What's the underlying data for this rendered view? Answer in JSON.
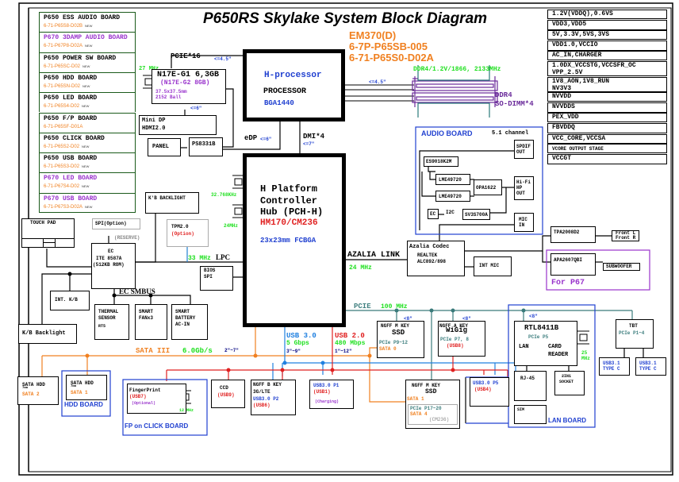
{
  "title": "P650RS Skylake System Block Diagram",
  "subtitle_lines": [
    "EM370(D)",
    "6-7P-P65SB-005",
    "6-71-P65S0-D02A"
  ],
  "boards": [
    {
      "name": "P650 ESS AUDIO BOARD",
      "part": "6-71-P65S8-D02B",
      "tag": "NEW",
      "color": "#000000"
    },
    {
      "name": "P670 3DAMP AUDIO BOARD",
      "part": "6-71-P67P8-D02A",
      "tag": "NEW",
      "color": "#9933cc"
    },
    {
      "name": "P650 POWER SW BOARD",
      "part": "6-71-P65SC-D02",
      "tag": "NEW",
      "color": "#000000"
    },
    {
      "name": "P650 HDD BOARD",
      "part": "6-71-P65SN-D02",
      "tag": "NEW",
      "color": "#000000"
    },
    {
      "name": "P650 LED BOARD",
      "part": "6-71-P65S4-D02",
      "tag": "NEW",
      "color": "#000000"
    },
    {
      "name": "P650 F/P BOARD",
      "part": "6-71-P65SF-D01A",
      "tag": "",
      "color": "#000000"
    },
    {
      "name": "P650 CLICK BOARD",
      "part": "6-71-P65S2-D02",
      "tag": "NEW",
      "color": "#000000"
    },
    {
      "name": "P650 USB BOARD",
      "part": "6-71-P65S3-D02",
      "tag": "NEW",
      "color": "#000000"
    },
    {
      "name": "P670 LED BOARD",
      "part": "6-71-P67S4-D02",
      "tag": "NEW",
      "color": "#9933cc"
    },
    {
      "name": "P670 USB BOARD",
      "part": "6-71-P67S3-D02A",
      "tag": "NEW",
      "color": "#9933cc"
    }
  ],
  "power_rails": [
    "1.2V(VDDQ),0.6VS",
    "VDD3,VDD5",
    "5V,3.3V,5VS,3VS",
    "VDD1.0,VCCIO",
    "AC_IN,CHARGER",
    "1.0DX_VCCSTG,VCCSFR_OC\nVPP_2.5V",
    "1V8_AON,1V8_RUN\nNV3V3",
    "NVVDD",
    "NVVDDS",
    "PEX_VDD",
    "FBVDDQ",
    "VCC_CORE,VCCSA",
    "VCORE OUTPUT STAGE",
    "VCCGT"
  ],
  "gpu": {
    "name": "N17E-G1 6,3GB",
    "alt": "(N17E-G2 8GB)",
    "pkg1": "37.5x37.5mm",
    "pkg2": "2152 Ball",
    "clock": "27 MHz",
    "bus": "PCIE*16",
    "bus_len": "<=4.5\"",
    "len2": "<=6\""
  },
  "display": {
    "minidp1": "Mini DP",
    "minidp2": "HDMI2.0",
    "panel": "PANEL",
    "ps": "PS8331B",
    "edp": "eDP",
    "edp_len": "<=6\""
  },
  "cpu": {
    "line1": "H-processor",
    "line2": "PROCESSOR",
    "line3": "BGA1440",
    "mem_len": "<=4.5\"",
    "dmi": "DMI*4",
    "dmi_len": "<=7\""
  },
  "memory": {
    "spec": "DDR4/1.2V/1866, 2133MHz",
    "label1": "DDR4",
    "label2": "SO-DIMM*4"
  },
  "pch": {
    "line1": "H Platform",
    "line2": "Controller",
    "line3": "Hub (PCH-H)",
    "chip": "HM170/CM236",
    "pkg": "23x23mm FCBGA",
    "rtc": "32.768KHz",
    "xtal": "24MHz"
  },
  "audio": {
    "title": "AUDIO BOARD",
    "channel": "5.1 channel",
    "ess": "ES9018K2M",
    "lme1": "LME49720",
    "lme2": "LME49720",
    "opa": "OPA1622",
    "spdif": "SPDIF\nOUT",
    "hp": "Hi-Fi\nHP\nOUT",
    "mic": "MIC\nIN",
    "ec": "EC",
    "i2c": "I2C",
    "sv": "SV3S700A",
    "codec1": "Azalia Codec",
    "codec2": "REALTEK",
    "codec3": "ALC892/898",
    "intmic": "INT MIC",
    "link": "AZALIA LINK",
    "link_clk": "24 MHz",
    "tpa": "TPA2008D2",
    "front": "Front L\nFront R",
    "apa": "APA2607QBI",
    "sub": "SUBWOOFER",
    "p67": "For P67"
  },
  "ec": {
    "kb_backlight": "K'B BACKLIGHT",
    "tpm1": "TPM2.0",
    "tpm2": "(Option)",
    "touchpad": "TOUCH PAD",
    "spi": "SPI(Option)",
    "reserve": "(RESERVE)",
    "ec1": "EC",
    "ec2": "ITE 8587A",
    "ec3": "(512KB ROM)",
    "lpc_clk": "33 MHz",
    "lpc": "LPC",
    "bios1": "BIOS",
    "bios2": "SPI",
    "smbus": "EC SMBUS",
    "intkb": "INT. K/B",
    "kbbl": "K/B Backlight",
    "thermal1": "THERMAL",
    "thermal2": "SENSOR",
    "thermal3": "RT5",
    "fan1": "SMART",
    "fan2": "FANx3",
    "bat1": "SMART",
    "bat2": "BATTERY",
    "bat3": "AC-IN"
  },
  "buses": {
    "pcie": "PCIE",
    "pcie_clk": "100 MHz",
    "usb3": "USB 3.0",
    "usb3_speed": "5 Gbps",
    "usb3_len": "3\"~9\"",
    "usb2": "USB 2.0",
    "usb2_speed": "480 Mbps",
    "usb2_len": "1\"~12\"",
    "sata": "SATA III",
    "sata_speed": "6.0Gb/s",
    "sata_len": "2\"~7\"",
    "len8": "<8\""
  },
  "devices": {
    "ssd1": {
      "l1": "NGFF M KEY",
      "l2": "SSD",
      "l3": "PCIe P9~12",
      "l4": "SATA 0"
    },
    "wigig": {
      "l1": "NGFF A KEY",
      "l2": "WiGig",
      "l3": "PCIe P7, 8",
      "l4": "(USB8)"
    },
    "lan": {
      "l1": "RTL8411B",
      "l2": "PCIe P5",
      "l3": "LAN",
      "l4": "CARD",
      "l5": "READER",
      "clk": "25\nMHz"
    },
    "tbt": {
      "l1": "TBT",
      "l2": "PCIe P1~4"
    },
    "typec1": "USB3.1\nTYPE C",
    "typec2": "USB3.1\nTYPE C",
    "hdd2": {
      "l1": "SATA HDD",
      "l2": "7mm",
      "l3": "SATA 2"
    },
    "hdd1": {
      "l1": "SATA HDD",
      "l2": "7mm",
      "l3": "SATA 1"
    },
    "hdd_board": "HDD BOARD",
    "fp": {
      "l1": "FingerPrint",
      "l2": "(USB7)",
      "l3": "(Optional)",
      "clk": "12 MHz"
    },
    "fp_board": "FP on CLICK BOARD",
    "ccd": {
      "l1": "CCD",
      "l2": "(USB9)"
    },
    "wwan": {
      "l1": "NGFF B KEY",
      "l2": "3G/LTE",
      "l3": "USB3.0 P2",
      "l4": "(USB6)"
    },
    "usbp1": {
      "l1": "USB3.0 P1",
      "l2": "(USB1)",
      "l3": "(Charging)"
    },
    "ssd2": {
      "l1": "NGFF M KEY",
      "l2": "SSD",
      "l3": "SATA 1",
      "l4": "PCIe P17~20",
      "l5": "SATA 4",
      "l6": "(CM236)"
    },
    "usbp5": {
      "l1": "USB3.0 P5",
      "l2": "(USB4)"
    },
    "rj45": "RJ-45",
    "socket": "2IN1\nSOCKET",
    "sim": "SIM",
    "lan_board": "LAN BOARD"
  }
}
